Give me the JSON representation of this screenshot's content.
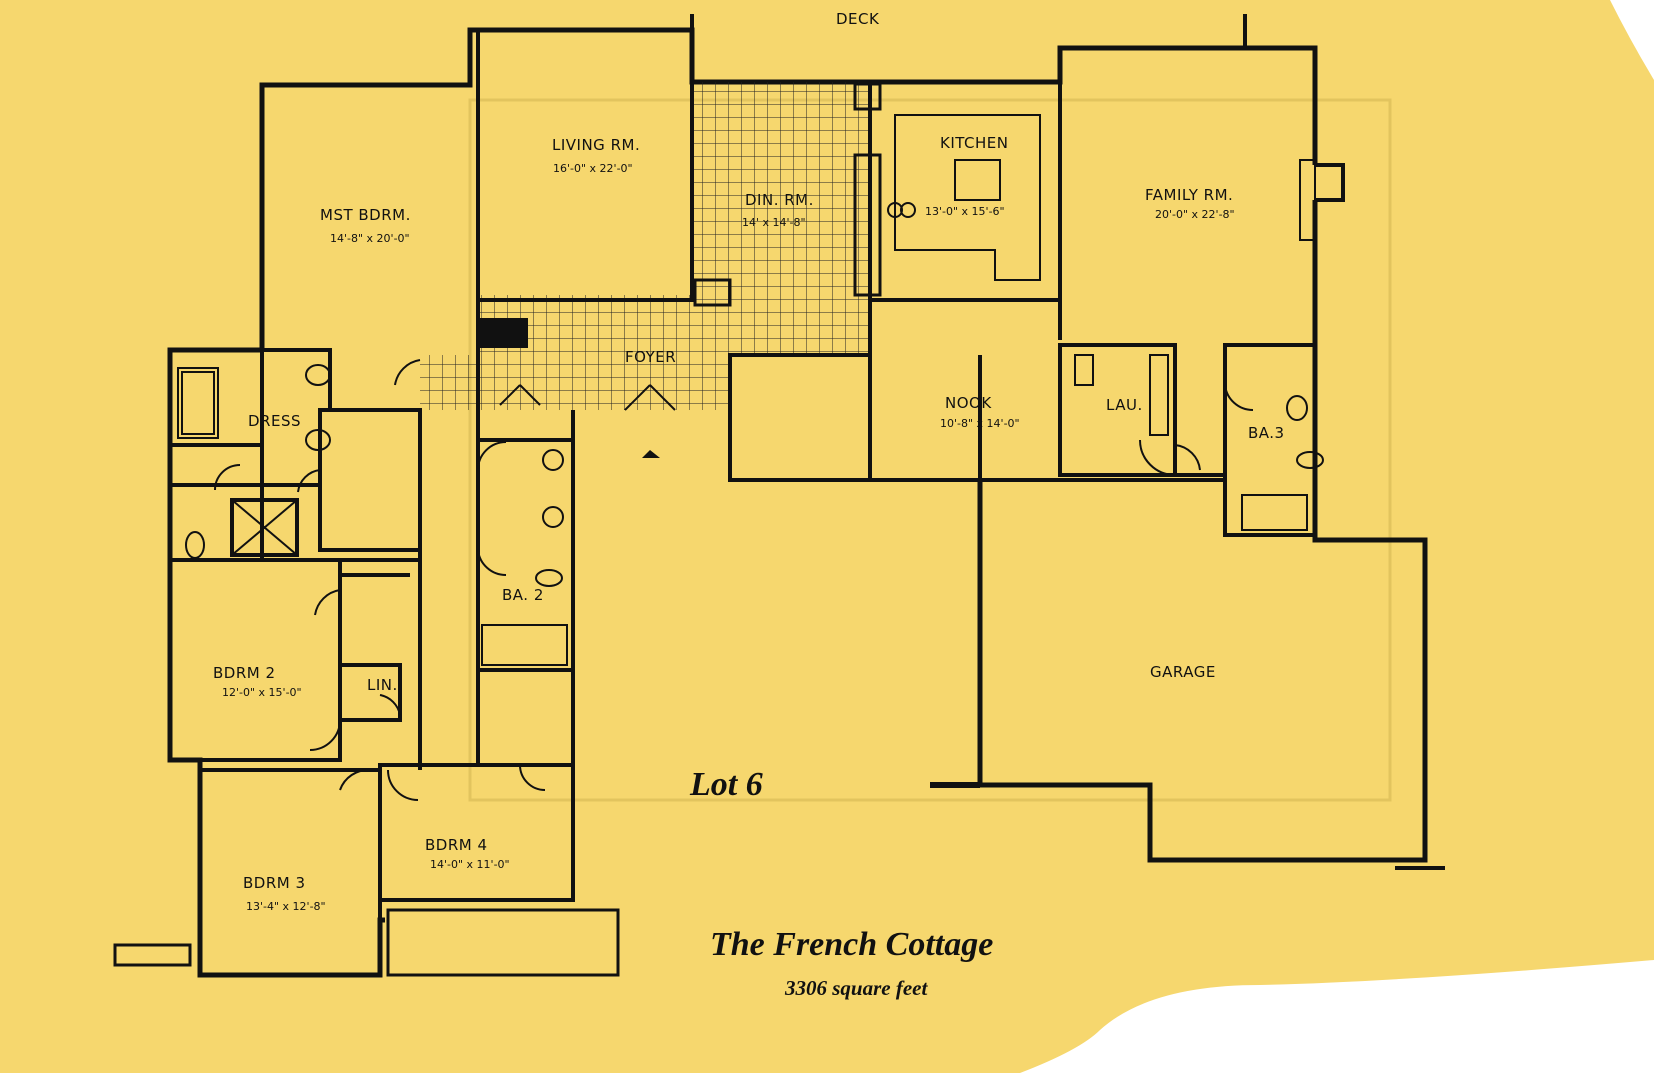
{
  "plan": {
    "deck_label": "DECK",
    "lot": "Lot 6",
    "title": "The French Cottage",
    "area": "3306 square feet"
  },
  "rooms": {
    "mst_bdrm": {
      "name": "MST BDRM.",
      "size": "14'-8\" x 20'-0\""
    },
    "living": {
      "name": "LIVING RM.",
      "size": "16'-0\" x 22'-0\""
    },
    "dining": {
      "name": "DIN. RM.",
      "size": "14' x 14'-8\""
    },
    "kitchen": {
      "name": "KITCHEN",
      "size": "13'-0\" x 15'-6\""
    },
    "family": {
      "name": "FAMILY RM.",
      "size": "20'-0\" x 22'-8\""
    },
    "foyer": {
      "name": "FOYER"
    },
    "dress": {
      "name": "DRESS"
    },
    "nook": {
      "name": "NOOK",
      "size": "10'-8\" x 14'-0\""
    },
    "lau": {
      "name": "LAU."
    },
    "ba3": {
      "name": "BA.3"
    },
    "ba2": {
      "name": "BA. 2"
    },
    "lin": {
      "name": "LIN."
    },
    "bdrm2": {
      "name": "BDRM 2",
      "size": "12'-0\" x 15'-0\""
    },
    "bdrm3": {
      "name": "BDRM 3",
      "size": "13'-4\" x 12'-8\""
    },
    "bdrm4": {
      "name": "BDRM 4",
      "size": "14'-0\" x 11'-0\""
    },
    "garage": {
      "name": "GARAGE"
    }
  },
  "colors": {
    "paper": "#f6d76e",
    "ink": "#111111"
  }
}
